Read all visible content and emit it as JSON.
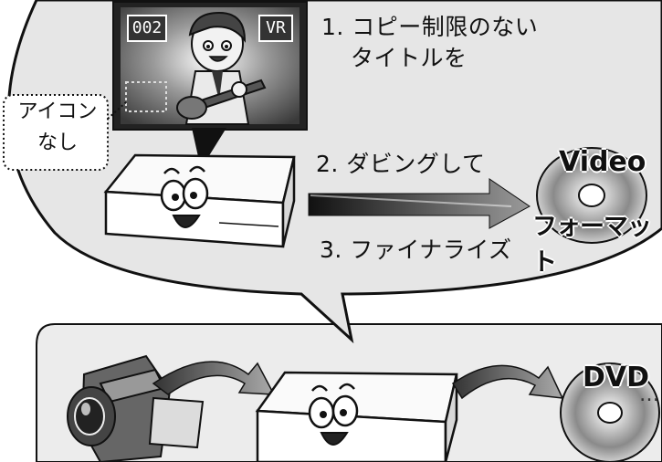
{
  "tv": {
    "title_number": "002",
    "mode_badge": "VR"
  },
  "callout_note": {
    "line1": "アイコン",
    "line2": "なし"
  },
  "steps": {
    "step1_line1": "1. コピー制限のない",
    "step1_line2": "タイトルを",
    "step2": "2. ダビングして",
    "step3": "3. ファイナライズ"
  },
  "video_disc": {
    "label_top": "Video",
    "label_bottom": "フォーマット"
  },
  "dvd_disc": {
    "label": "DVD"
  },
  "ellipsis": "…"
}
